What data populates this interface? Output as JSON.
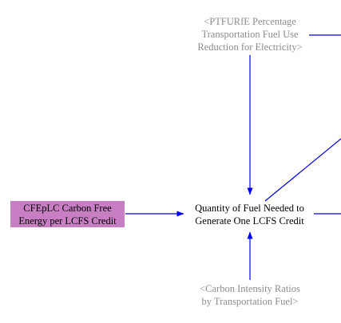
{
  "diagram": {
    "nodes": {
      "top_shadow": {
        "text": "<PTFURfE Percentage\nTransportation Fuel Use\nReduction for Electricity>",
        "style": "shadow-variable"
      },
      "source": {
        "text": "CFEpLC Carbon Free\nEnergy per LCFS Credit",
        "style": "input-box"
      },
      "main": {
        "text": "Quantity of Fuel Needed to\nGenerate One LCFS Credit",
        "style": "variable"
      },
      "bottom_shadow": {
        "text": "<Carbon Intensity Ratios\nby Transportation Fuel>",
        "style": "shadow-variable"
      }
    },
    "edges": [
      {
        "from": "top_shadow",
        "to": "main"
      },
      {
        "from": "source",
        "to": "main"
      },
      {
        "from": "bottom_shadow",
        "to": "main"
      },
      {
        "from": "main",
        "to": "offscreen-upper-right"
      },
      {
        "from": "main",
        "to": "offscreen-right"
      },
      {
        "from": "top_shadow",
        "to": "offscreen-right"
      }
    ],
    "colors": {
      "arrow": "#0000ee",
      "shadow_text": "#8c8c8c",
      "box_fill": "#c77ec3",
      "main_text": "#000000"
    }
  }
}
